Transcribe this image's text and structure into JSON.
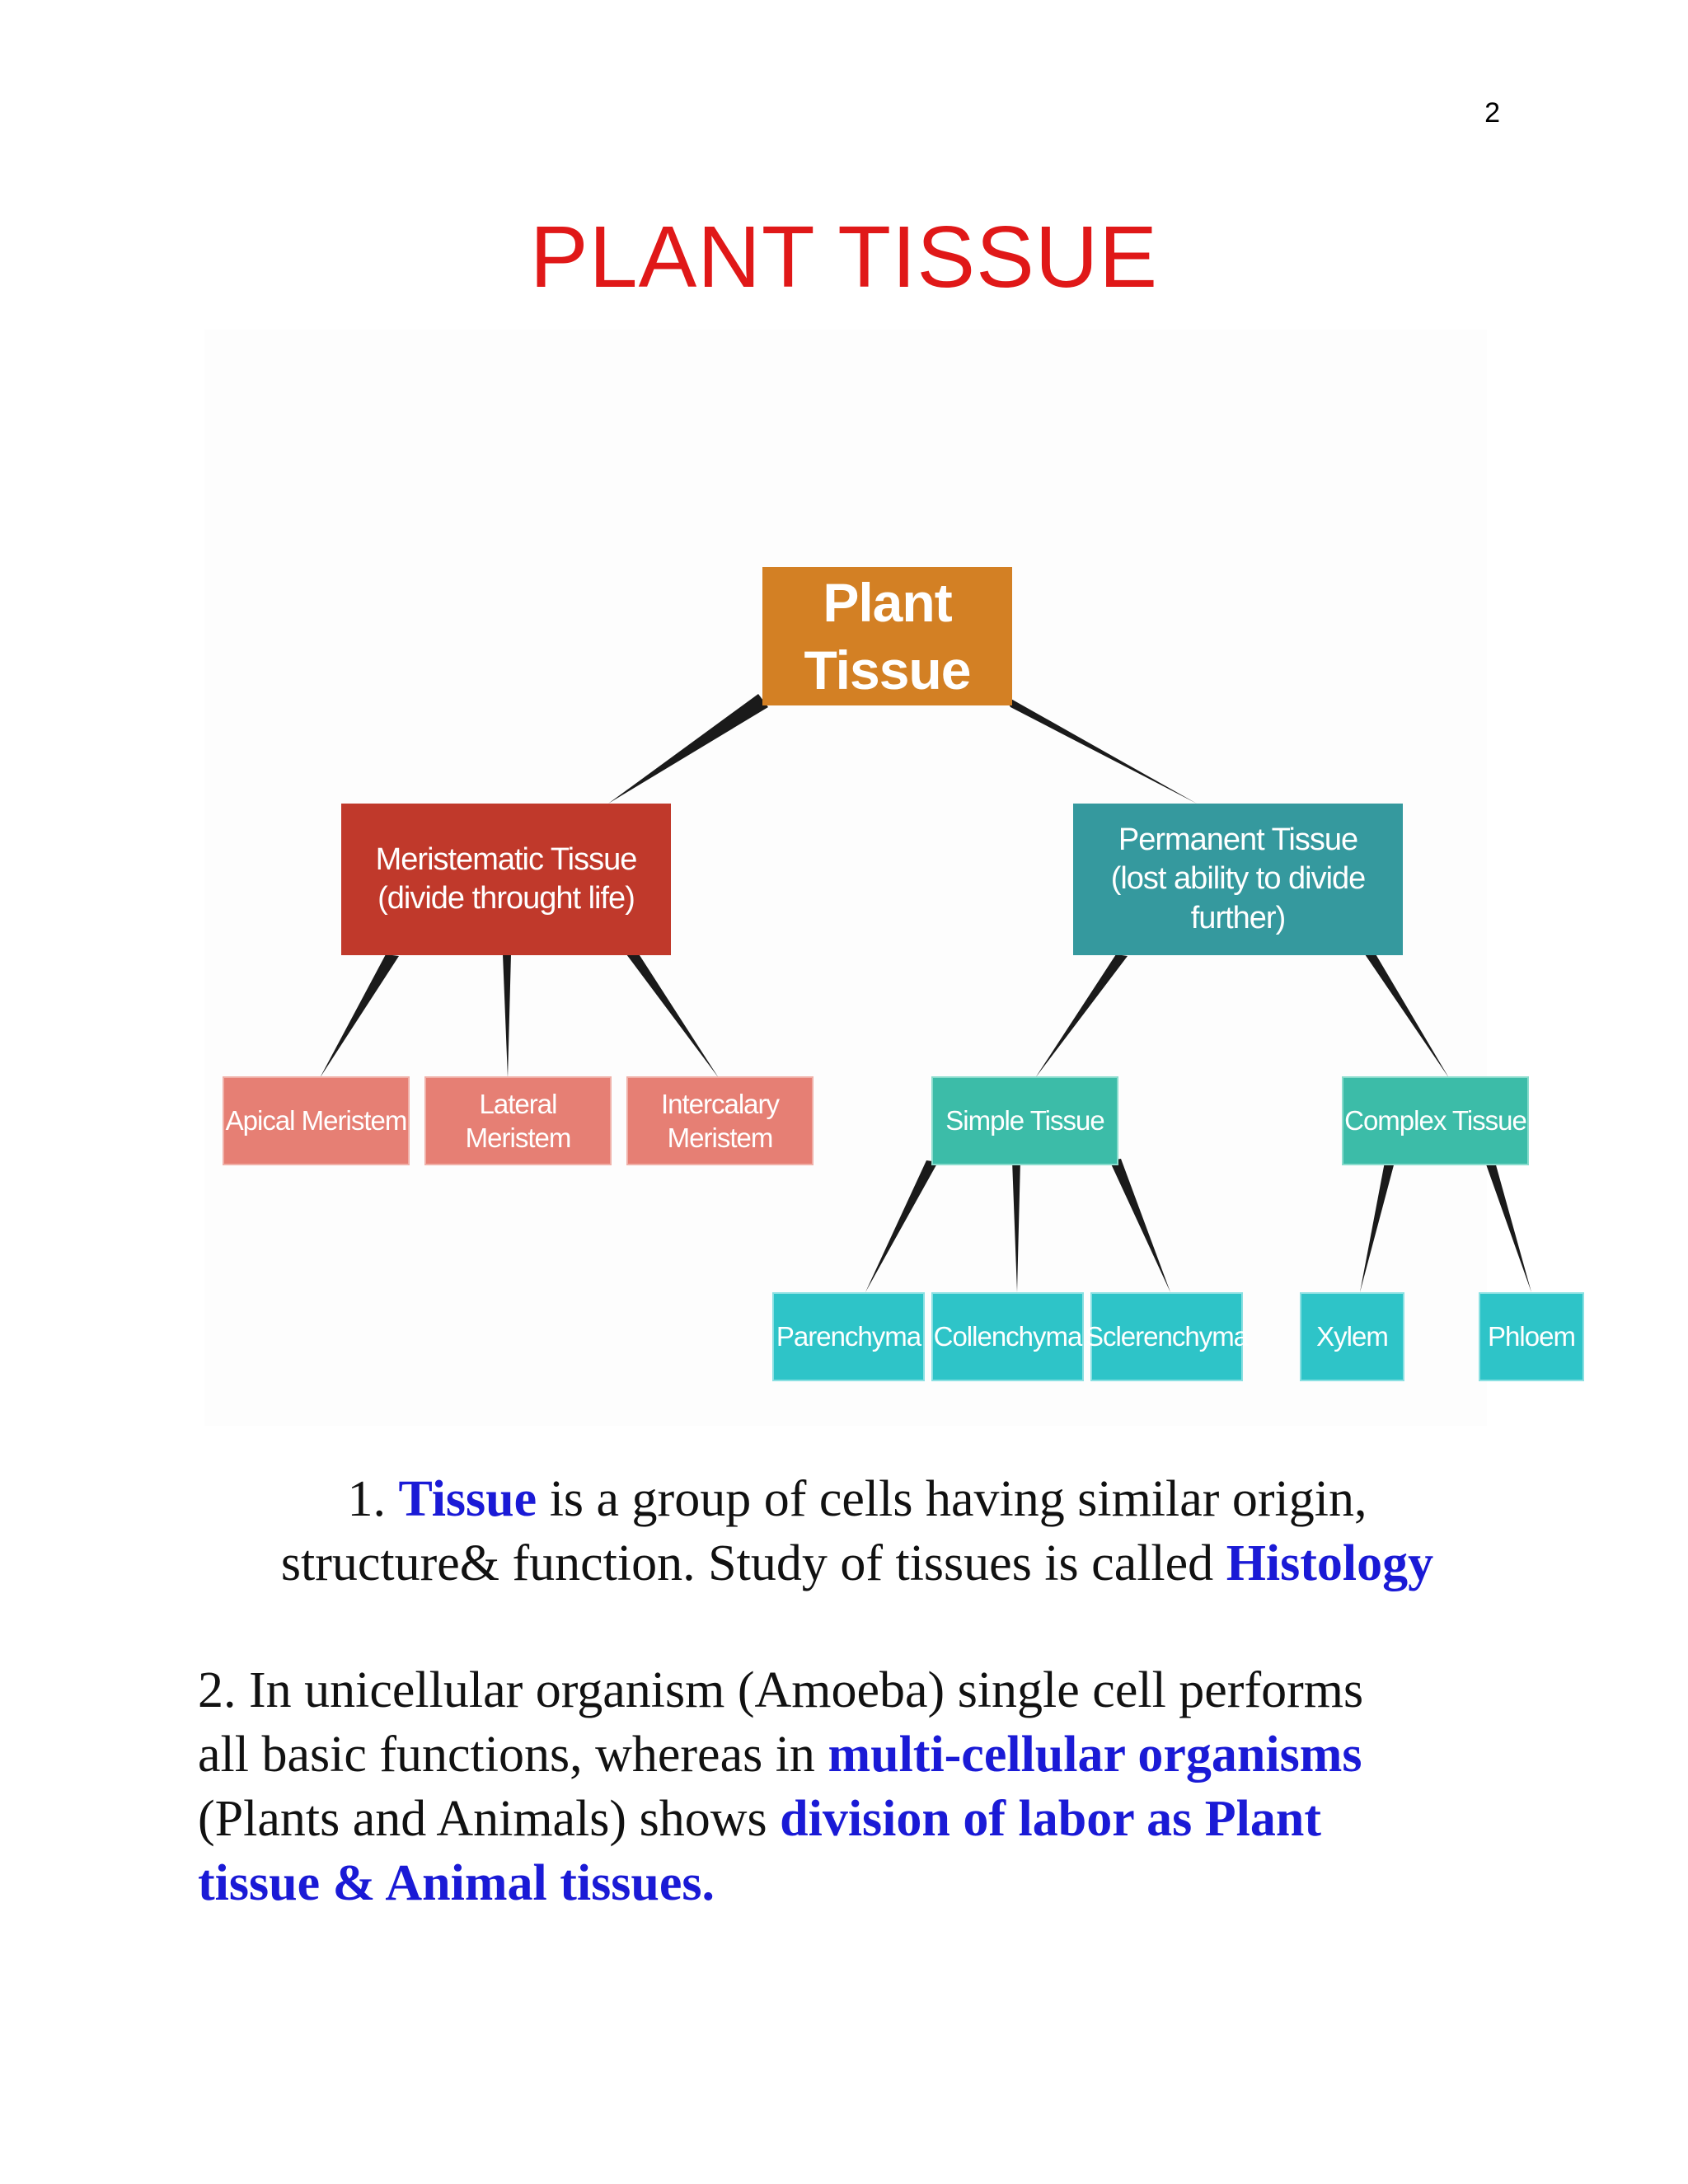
{
  "page_number": "2",
  "title": "PLANT TISSUE",
  "diagram": {
    "root": "Plant Tissue",
    "meristematic": {
      "line1": "Meristematic Tissue",
      "line2": "(divide throught life)"
    },
    "permanent": {
      "line1": "Permanent Tissue",
      "line2": "(lost ability to divide further)"
    },
    "apical": "Apical Meristem",
    "lateral": "Lateral Meristem",
    "intercalary": "Intercalary Meristem",
    "simple": "Simple Tissue",
    "complex": "Complex Tissue",
    "parenchyma": "Parenchyma",
    "collenchyma": "Collenchyma",
    "sclerenchyma": "Sclerenchyma",
    "xylem": "Xylem",
    "phloem": "Phloem",
    "colors": {
      "root": "#d38024",
      "meristematic": "#c0392b",
      "permanent": "#35999e",
      "meristem_types": "#e67f74",
      "tissue_types": "#3cbca8",
      "leaf_tissues": "#2ec4c8"
    }
  },
  "paragraph1": {
    "num": "1. ",
    "term": "Tissue",
    "text1": " is a group of cells having similar origin,",
    "text2": "structure& function. Study of tissues is called ",
    "term2": "Histology"
  },
  "paragraph2": {
    "text1": "2. In unicellular organism (Amoeba) single cell performs",
    "text2": "all basic functions, whereas in ",
    "hl1": "multi-cellular organisms",
    "text3": "(Plants and Animals) shows ",
    "hl2": "division of labor as Plant",
    "hl3": "tissue & Animal tissues."
  },
  "colors": {
    "title": "#e01818",
    "highlight": "#1a1ad6"
  }
}
